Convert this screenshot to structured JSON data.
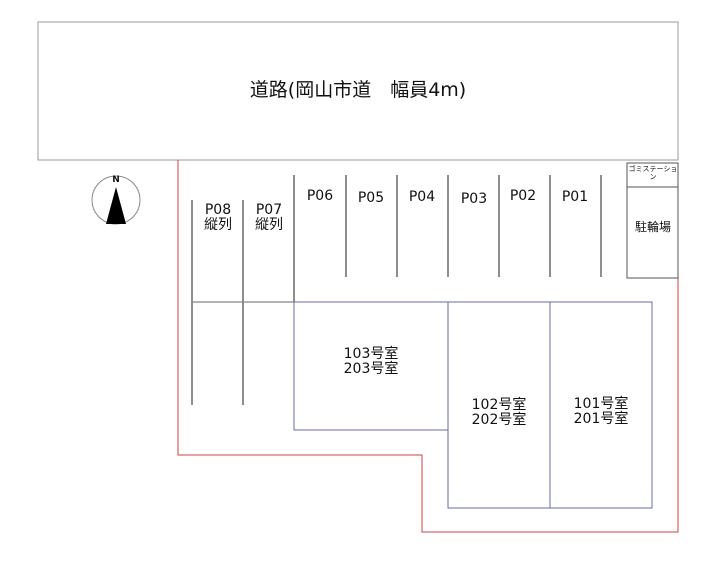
{
  "road": {
    "label": "道路(岡山市道　幅員4m)"
  },
  "compass": {
    "label": "N"
  },
  "parking": [
    {
      "id": "P08",
      "note": "縦列"
    },
    {
      "id": "P07",
      "note": "縦列"
    },
    {
      "id": "P06"
    },
    {
      "id": "P05"
    },
    {
      "id": "P04"
    },
    {
      "id": "P03"
    },
    {
      "id": "P02"
    },
    {
      "id": "P01"
    }
  ],
  "facilities": {
    "garbage": "ゴミステーション",
    "bicycle": "駐輪場"
  },
  "rooms": [
    {
      "line1": "103号室",
      "line2": "203号室"
    },
    {
      "line1": "102号室",
      "line2": "202号室"
    },
    {
      "line1": "101号室",
      "line2": "201号室"
    }
  ],
  "colors": {
    "property_line": "#d04040",
    "building_line": "#6a6aa8",
    "line": "#555555"
  }
}
